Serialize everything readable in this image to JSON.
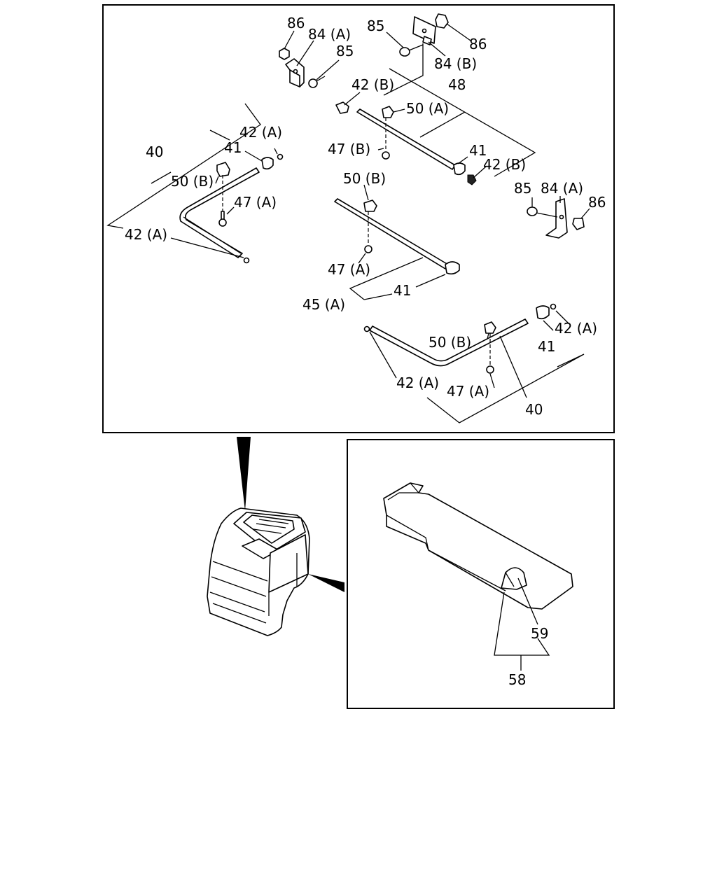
{
  "callouts": {
    "p86_a": "86",
    "p84a_a": "84 (A)",
    "p85_a": "85",
    "p85_b": "85",
    "p86_b": "86",
    "p84b": "84 (B)",
    "p42b_a": "42 (B)",
    "p48": "48",
    "p50a": "50 (A)",
    "p42a_a": "42 (A)",
    "p41_a": "41",
    "p40_a": "40",
    "p50b_a": "50 (B)",
    "p47b": "47 (B)",
    "p41_b": "41",
    "p42b_b": "42 (B)",
    "p85_c": "85",
    "p84a_b": "84 (A)",
    "p86_c": "86",
    "p47a_a": "47 (A)",
    "p42a_b": "42 (A)",
    "p50b_b": "50 (B)",
    "p47a_b": "47 (A)",
    "p41_c": "41",
    "p45a": "45 (A)",
    "p42a_c": "42 (A)",
    "p50b_c": "50 (B)",
    "p41_d": "41",
    "p42a_d": "42 (A)",
    "p47a_c": "47 (A)",
    "p40_b": "40",
    "p59": "59",
    "p58": "58"
  }
}
